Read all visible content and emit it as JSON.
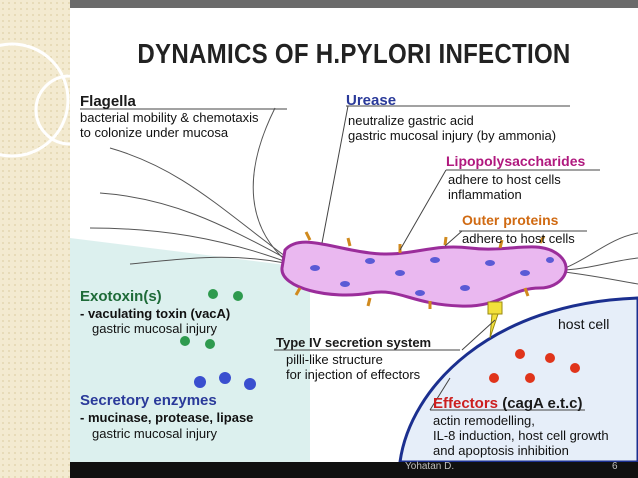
{
  "title": "DYNAMICS OF H.PYLORI INFECTION",
  "colors": {
    "heading_dark": "#1a1a1a",
    "heading_blue": "#2a3a9a",
    "heading_magenta": "#b0197e",
    "heading_red": "#cc1f1f",
    "bacterium_fill": "#eab8f0",
    "bacterium_stroke": "#9b2d9b",
    "host_cell": "#e4eef8"
  },
  "flagella": {
    "heading": "Flagella",
    "line1": "bacterial mobility & chemotaxis",
    "line2": "to colonize under mucosa"
  },
  "urease": {
    "heading": "Urease",
    "line1": "neutralize gastric acid",
    "line2": "gastric mucosal injury (by ammonia)"
  },
  "lps": {
    "heading": "Lipopolysaccharides",
    "line1": "adhere to host cells",
    "line2": "inflammation"
  },
  "outer": {
    "heading": "Outer proteins",
    "line1": "adhere to host cells"
  },
  "exotoxin": {
    "heading": "Exotoxin(s)",
    "line1": "- vaculating toxin (vacA)",
    "line2": "gastric mucosal injury"
  },
  "type4": {
    "heading": "Type IV secretion system",
    "line1": "pilli-like structure",
    "line2": "for injection of effectors"
  },
  "secretory": {
    "heading": "Secretory enzymes",
    "line1": "- mucinase, protease, lipase",
    "line2": "gastric mucosal injury"
  },
  "effectors": {
    "heading": "Effectors",
    "heading_suffix": " (cagA e.t.c)",
    "line1": "actin remodelling,",
    "line2": "IL-8 induction, host cell growth",
    "line3": "and apoptosis inhibition"
  },
  "host_cell_label": "host cell",
  "footer": {
    "author": "Yohatan D.",
    "page": "6"
  }
}
